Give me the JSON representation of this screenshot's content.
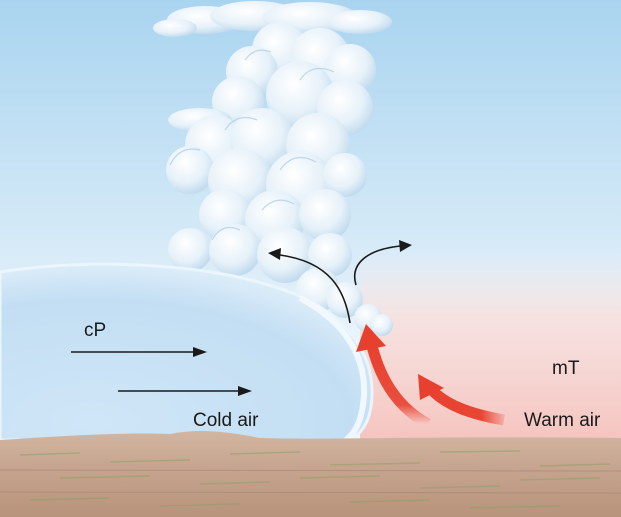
{
  "labels": {
    "cold_mass": "cP",
    "cold_air": "Cold air",
    "warm_mass": "mT",
    "warm_air": "Warm air"
  },
  "colors": {
    "sky_top": "#a9d4f0",
    "sky_mid": "#e8f3fb",
    "warm_tint": "#f7c8c4",
    "cold_dome": "#c9e2f5",
    "cold_dome_edge": "#eaf5fd",
    "cloud": "#dcecf7",
    "cloud_shadow": "#b5d3ea",
    "ground": "#c7a894",
    "ground_dark": "#a98973",
    "warm_arrow": "#e8402e",
    "flow_arrow": "#1a1a1a"
  }
}
